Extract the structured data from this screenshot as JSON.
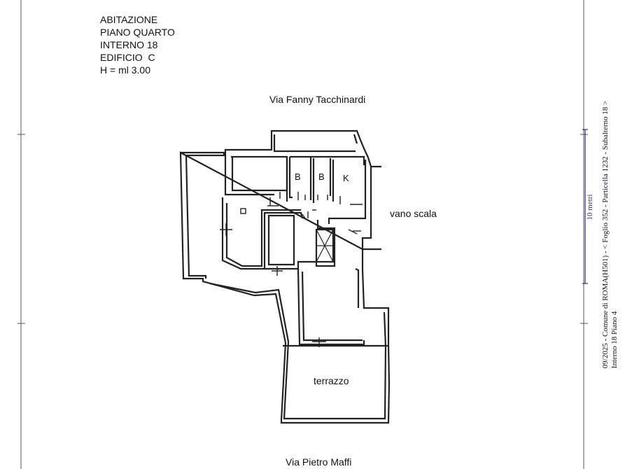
{
  "header": {
    "line1": "ABITAZIONE",
    "line2": "PIANO QUARTO",
    "line3": "INTERNO 18",
    "line4": "EDIFICIO  C",
    "line5": "H = ml 3.00"
  },
  "streets": {
    "top": "Via Fanny Tacchinardi",
    "bottom": "Via Pietro Maffi"
  },
  "rooms": {
    "b1": "B",
    "b2": "B",
    "k": "K",
    "stair": "vano scala",
    "terrace": "terrazzo"
  },
  "scale": {
    "label": "10 metri"
  },
  "side_note": {
    "line1": "09/2025 - Comune di ROMA(H501) - < Foglio 352 - Particella  1232 - Subalterno 18 >",
    "line2": "Interno 18 Piano 4"
  },
  "colors": {
    "line": "#222222",
    "scale": "#2a2aa0"
  }
}
